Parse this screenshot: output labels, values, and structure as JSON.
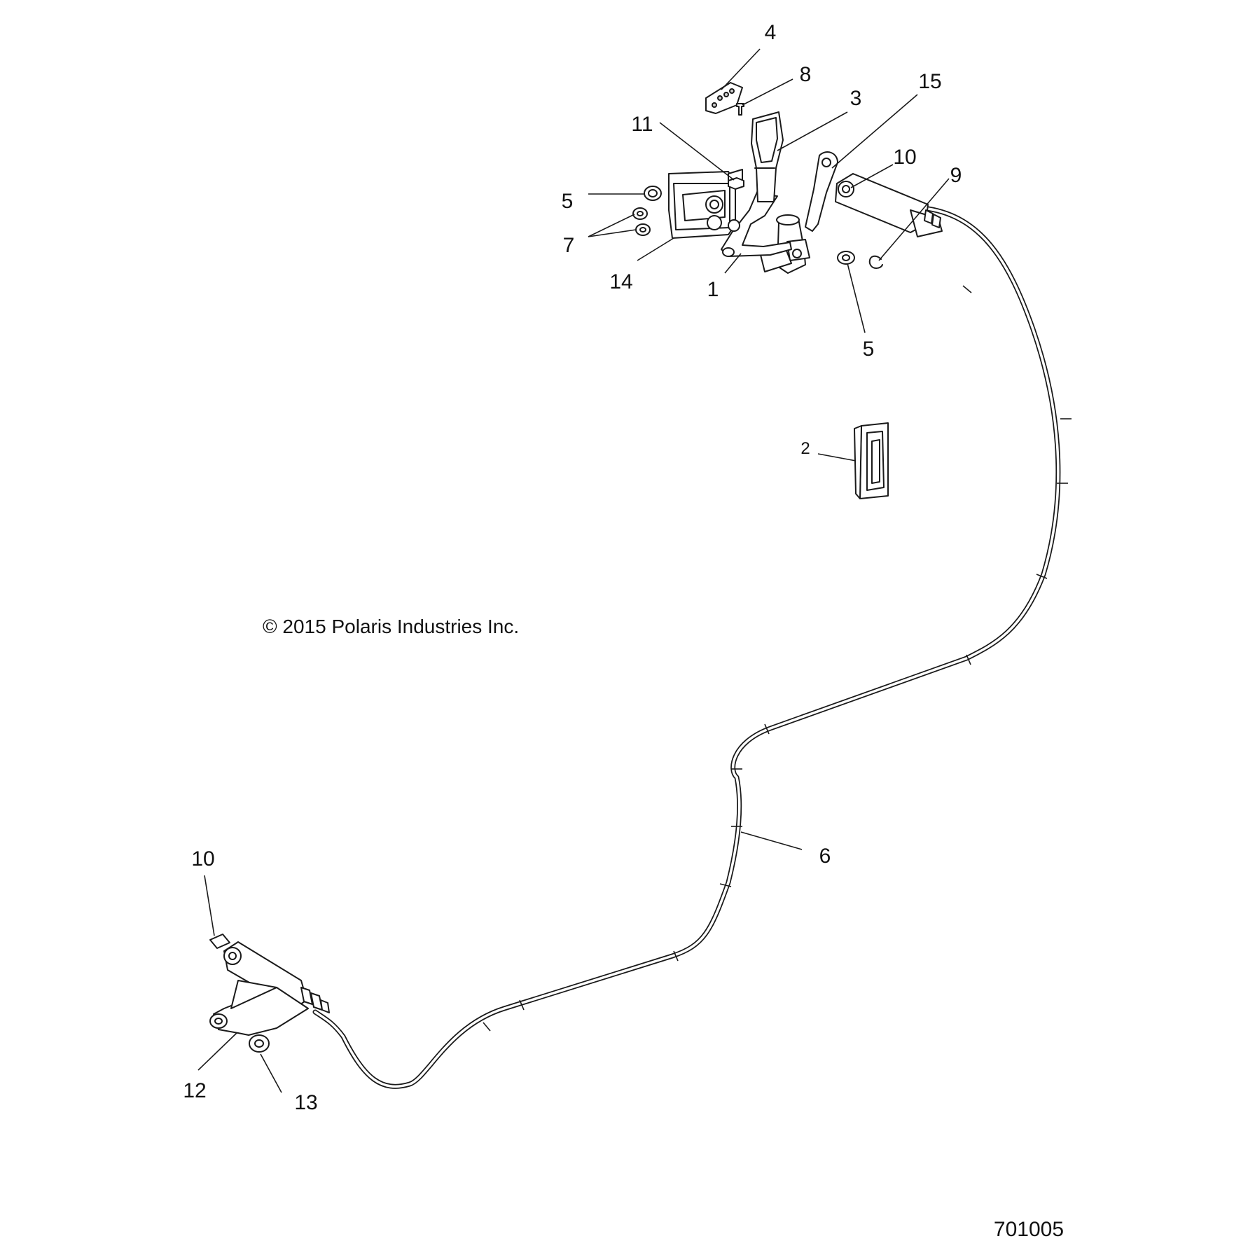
{
  "callouts": {
    "c4": "4",
    "c8": "8",
    "c3": "3",
    "c15": "15",
    "c11": "11",
    "c10a": "10",
    "c9": "9",
    "c5a": "5",
    "c7": "7",
    "c14": "14",
    "c1": "1",
    "c5b": "5",
    "c2": "2",
    "c6": "6",
    "c10b": "10",
    "c12": "12",
    "c13": "13"
  },
  "copyright": "© 2015 Polaris Industries Inc.",
  "drawing_number": "701005"
}
